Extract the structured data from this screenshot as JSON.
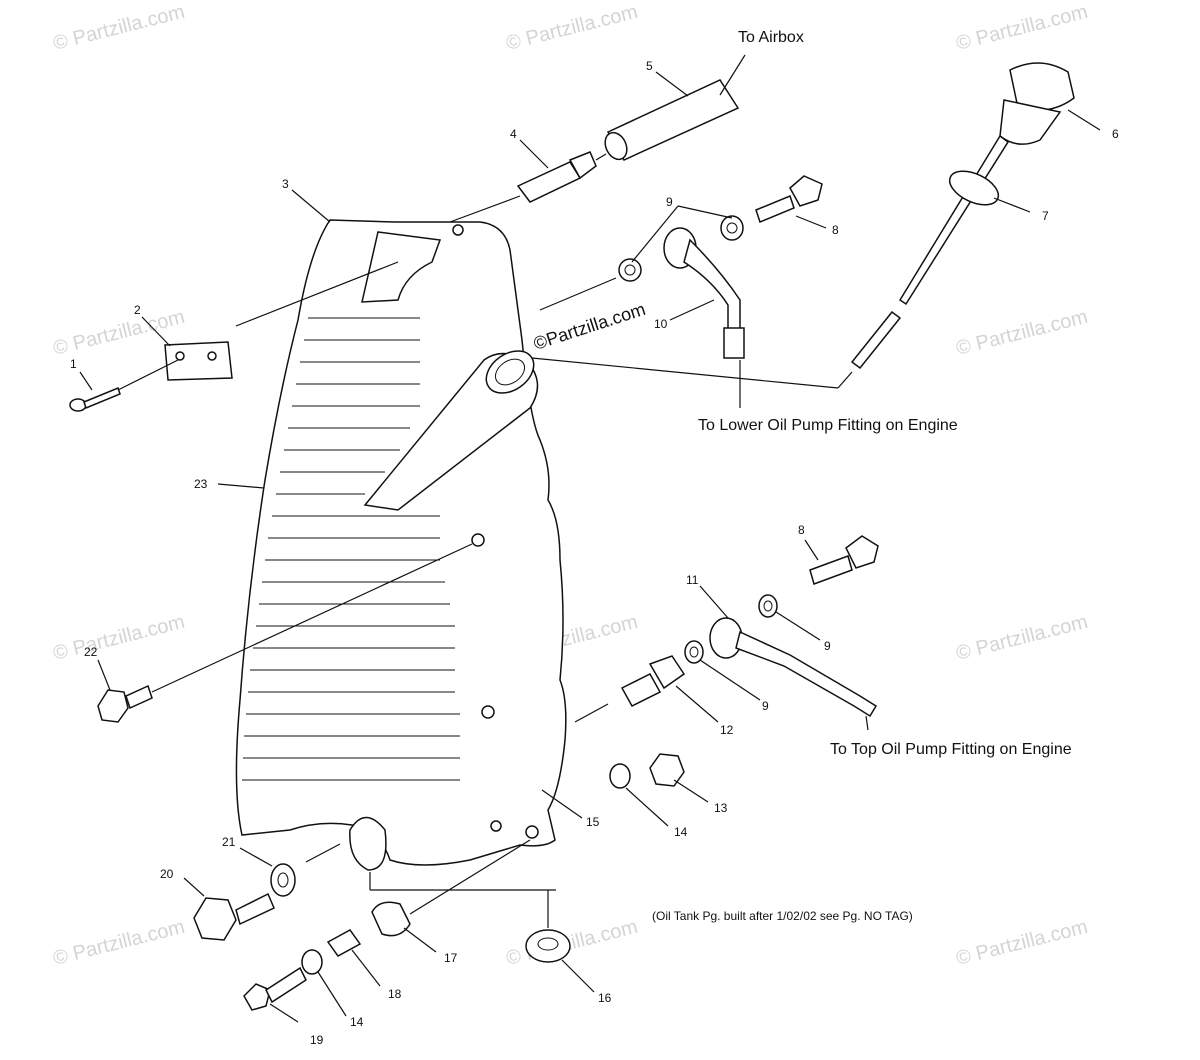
{
  "watermark": "© Partzilla.com",
  "center_watermark": "©Partzilla.com",
  "callouts": {
    "c1": "1",
    "c2": "2",
    "c3": "3",
    "c4": "4",
    "c5": "5",
    "c6": "6",
    "c7": "7",
    "c8a": "8",
    "c8b": "8",
    "c9a": "9",
    "c9b": "9",
    "c9c": "9",
    "c10": "10",
    "c11": "11",
    "c12": "12",
    "c13": "13",
    "c14a": "14",
    "c14b": "14",
    "c15": "15",
    "c16": "16",
    "c17": "17",
    "c18": "18",
    "c19": "19",
    "c20": "20",
    "c21": "21",
    "c22": "22",
    "c23": "23"
  },
  "labels": {
    "to_airbox": "To Airbox",
    "to_lower_pump": "To Lower Oil Pump Fitting on Engine",
    "to_top_pump": "To Top Oil Pump Fitting on Engine",
    "note": "(Oil Tank Pg. built after 1/02/02 see Pg. NO TAG)"
  }
}
